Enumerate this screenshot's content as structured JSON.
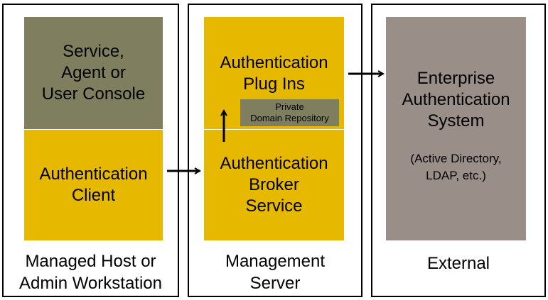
{
  "columns": {
    "left": {
      "caption": "Managed Host or\nAdmin Workstation",
      "top_box": "Service,\nAgent or\nUser Console",
      "bottom_box": "Authentication\nClient"
    },
    "middle": {
      "caption": "Management\nServer",
      "top_box": "Authentication\nPlug Ins",
      "repository": "Private\nDomain Repository",
      "bottom_box": "Authentication\nBroker\nService"
    },
    "right": {
      "caption": "External",
      "box_title": "Enterprise\nAuthentication\nSystem",
      "box_detail": "(Active Directory,\nLDAP, etc.)"
    }
  },
  "colors": {
    "gold": "#e6b800",
    "olive": "#7f7f5f",
    "taupe": "#9a8e89"
  }
}
